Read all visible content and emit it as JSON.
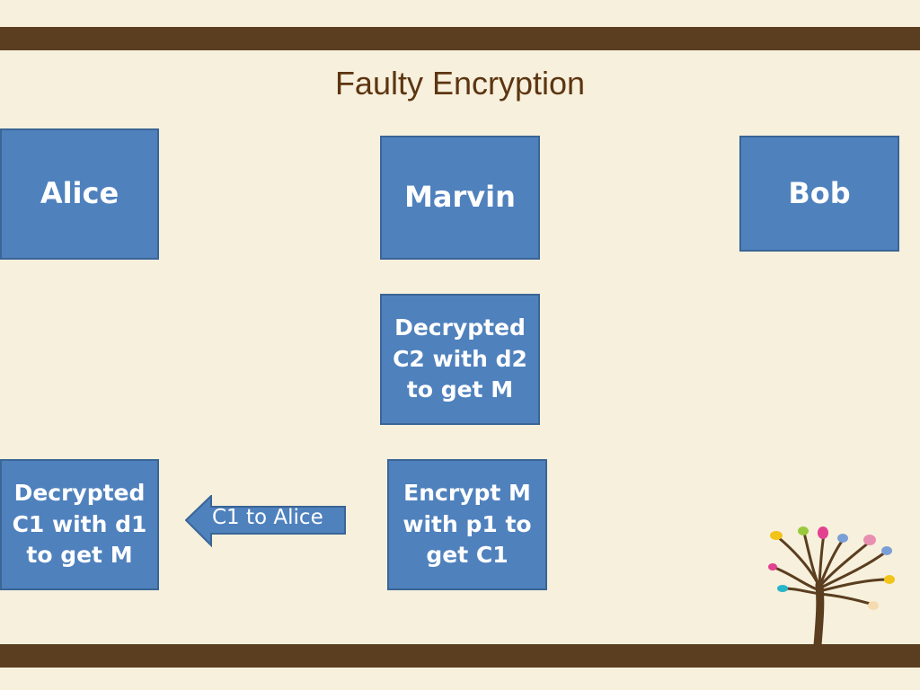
{
  "slide": {
    "title": "Faulty Encryption"
  },
  "actors": {
    "alice": "Alice",
    "marvin": "Marvin",
    "bob": "Bob"
  },
  "steps": {
    "marvin_decrypt": "Decrypted\nC2 with d2\nto get M",
    "marvin_encrypt": "Encrypt M\nwith p1 to\nget  C1",
    "alice_decrypt": "Decrypted\nC1 with d1\nto get M"
  },
  "arrow": {
    "label": "C1 to Alice"
  },
  "colors": {
    "background": "#f7f0dd",
    "bar": "#5a3e1f",
    "title": "#5c3510",
    "box_fill": "#4f81bd",
    "box_border": "#3a6595"
  },
  "decorations": {
    "tree_icon": "tree-icon"
  }
}
